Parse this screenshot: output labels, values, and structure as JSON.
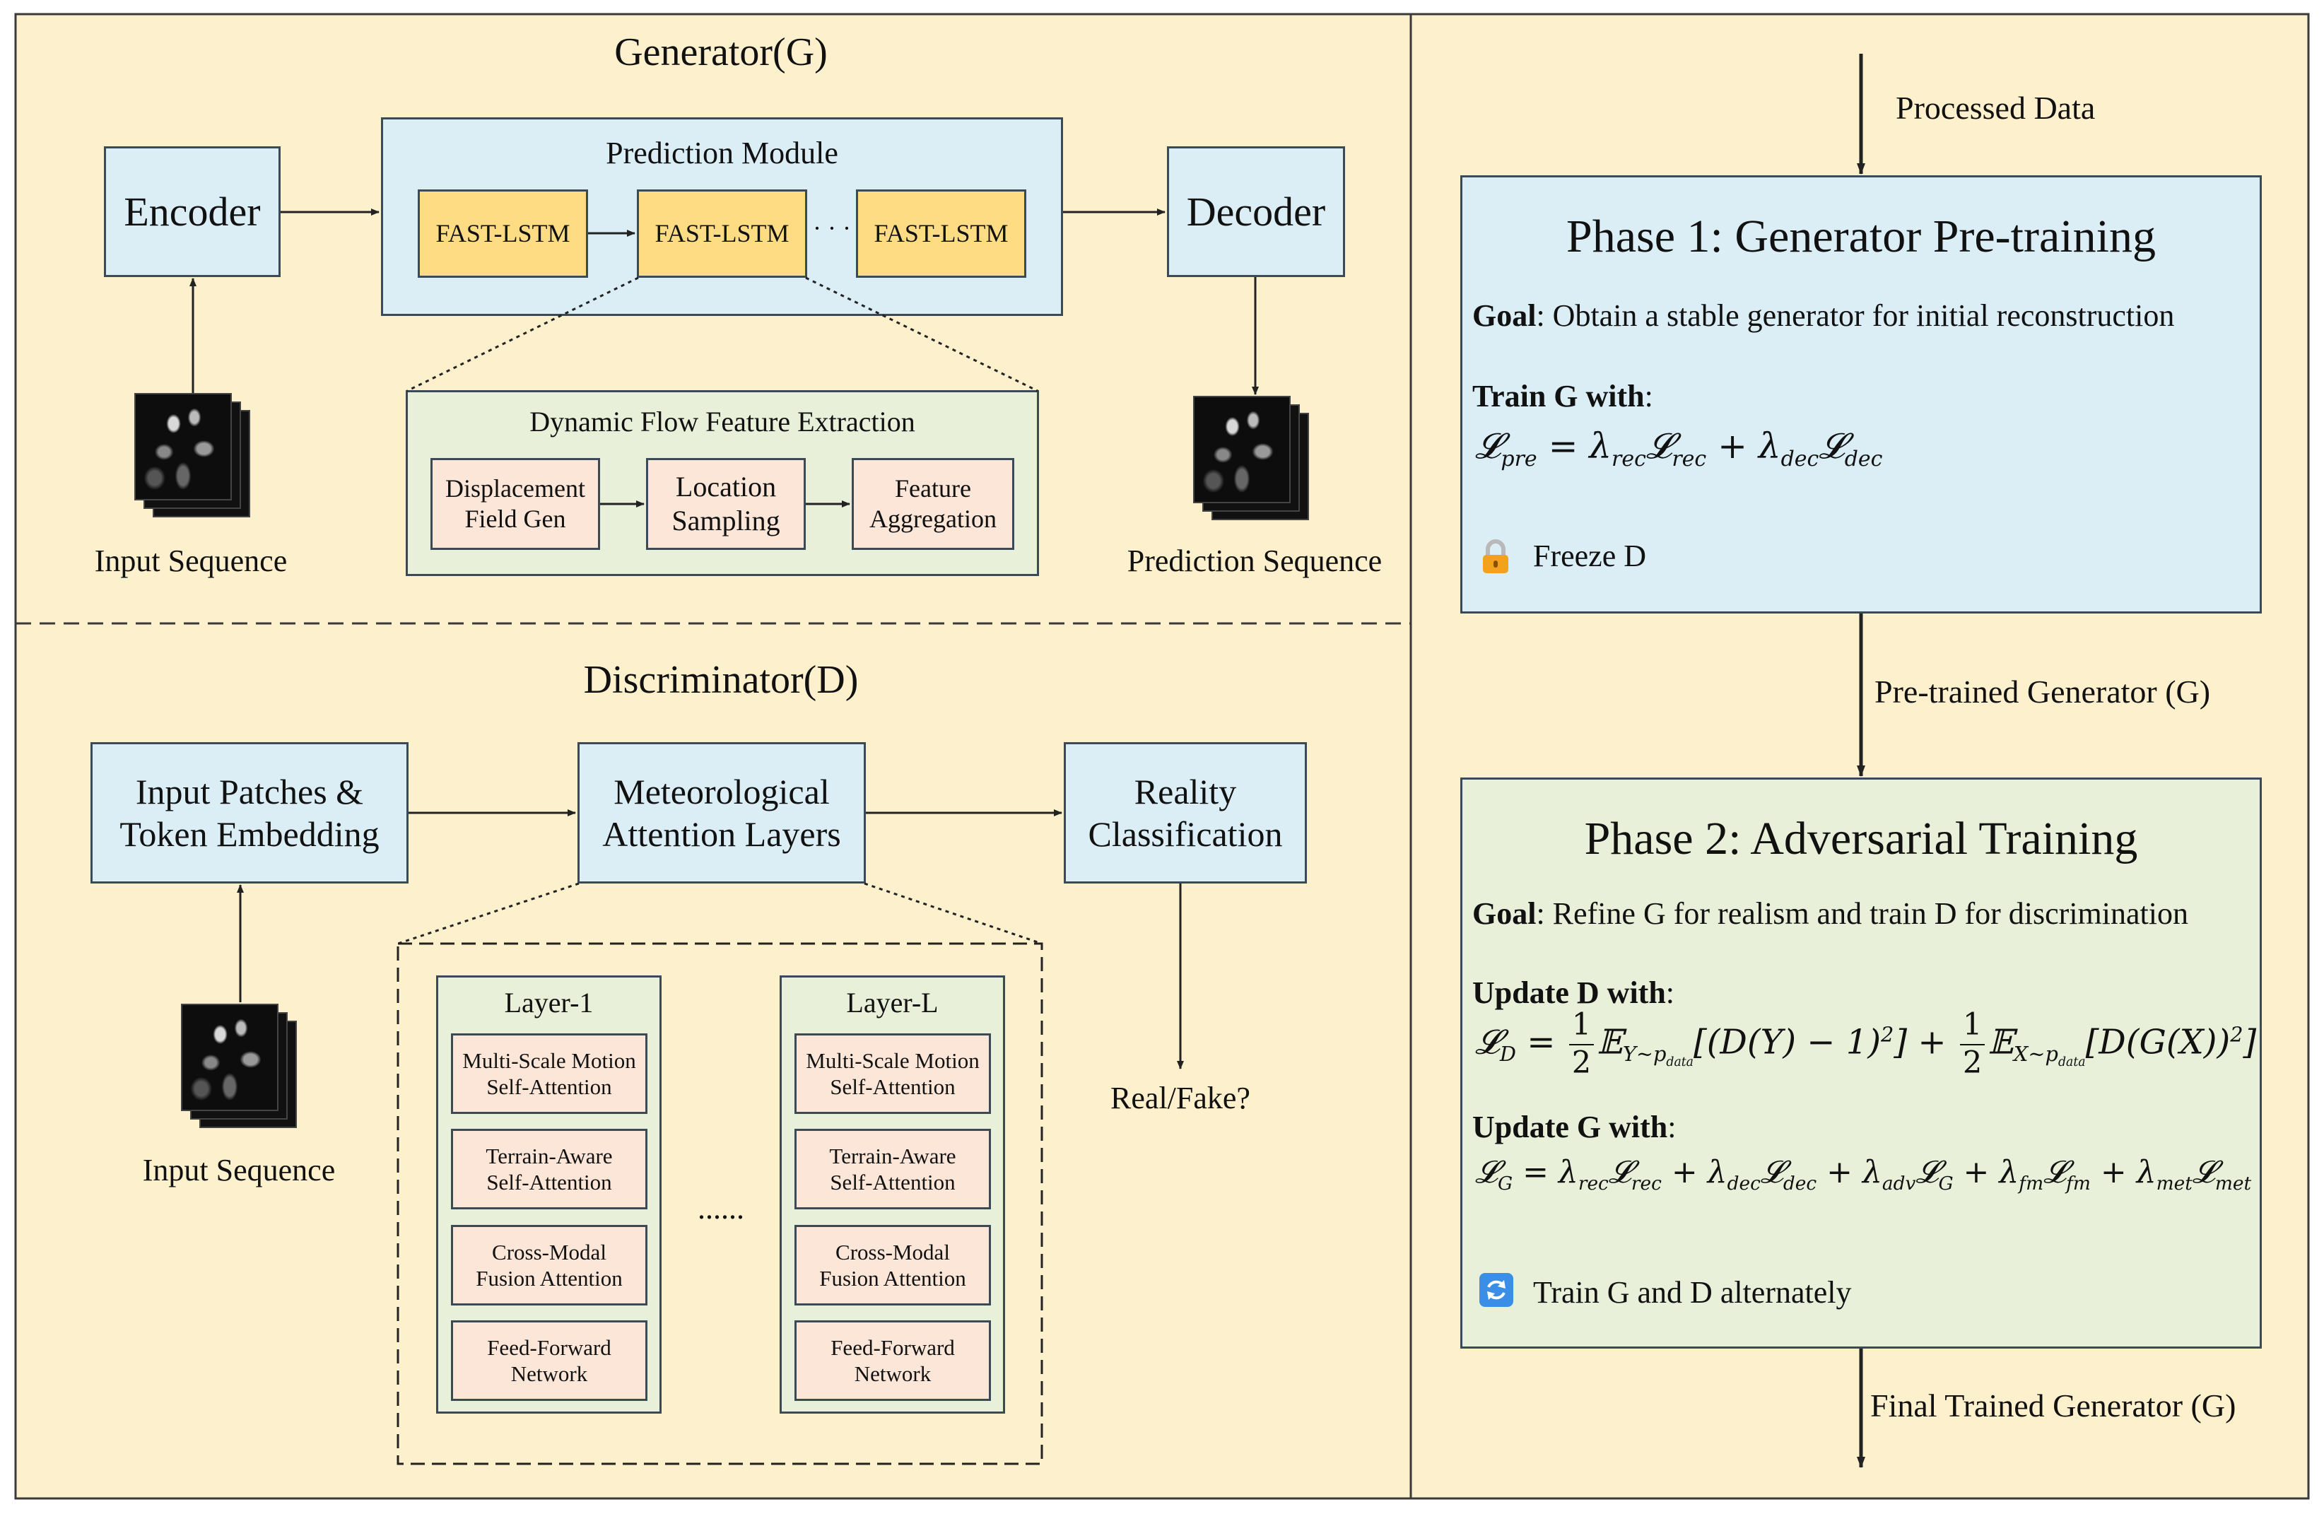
{
  "generator": {
    "title": "Generator(G)",
    "encoder": "Encoder",
    "decoder": "Decoder",
    "prediction_module": {
      "title": "Prediction Module",
      "cells": [
        "FAST-LSTM",
        "FAST-LSTM",
        "FAST-LSTM"
      ],
      "ellipsis": "· · ·"
    },
    "dffe": {
      "title": "Dynamic Flow Feature Extraction",
      "steps": [
        {
          "line1": "Displacement",
          "line2": "Field Gen"
        },
        {
          "line1": "Location",
          "line2": "Sampling"
        },
        {
          "line1": "Feature",
          "line2": "Aggregation"
        }
      ]
    },
    "input_label": "Input Sequence",
    "output_label": "Prediction Sequence"
  },
  "discriminator": {
    "title": "Discriminator(D)",
    "input_patches": {
      "line1": "Input Patches &",
      "line2": "Token Embedding"
    },
    "met_attention": {
      "line1": "Meteorological",
      "line2": "Attention Layers"
    },
    "reality": {
      "line1": "Reality",
      "line2": "Classification"
    },
    "input_label": "Input Sequence",
    "output_label": "Real/Fake?",
    "layers": [
      {
        "title": "Layer-1",
        "blocks": [
          {
            "line1": "Multi-Scale Motion",
            "line2": "Self-Attention"
          },
          {
            "line1": "Terrain-Aware",
            "line2": "Self-Attention"
          },
          {
            "line1": "Cross-Modal",
            "line2": "Fusion Attention"
          },
          {
            "line1": "Feed-Forward",
            "line2": "Network"
          }
        ]
      },
      {
        "title": "Layer-L",
        "blocks": [
          {
            "line1": "Multi-Scale Motion",
            "line2": "Self-Attention"
          },
          {
            "line1": "Terrain-Aware",
            "line2": "Self-Attention"
          },
          {
            "line1": "Cross-Modal",
            "line2": "Fusion Attention"
          },
          {
            "line1": "Feed-Forward",
            "line2": "Network"
          }
        ]
      }
    ],
    "layers_ellipsis": "......"
  },
  "training": {
    "processed_data": "Processed Data",
    "phase1": {
      "title": "Phase 1: Generator Pre-training",
      "goal_label": "Goal",
      "goal_text": ": Obtain a stable generator for initial reconstruction",
      "train_label": "Train G with",
      "colon": ":",
      "freeze_text": "Freeze D",
      "lock_icon": "lock-icon"
    },
    "pretrained_label": "Pre-trained Generator (G)",
    "phase2": {
      "title": "Phase 2: Adversarial Training",
      "goal_label": "Goal",
      "goal_text": ": Refine G for realism and train D for discrimination",
      "update_d_label": "Update D with",
      "update_g_label": "Update G with",
      "colon": ":",
      "alternate_text": "Train G and D alternately",
      "refresh_icon": "refresh-icon"
    },
    "final_label": "Final Trained Generator (G)"
  },
  "colors": {
    "panel": "#fdf0cd",
    "blue_box": "#dbeef6",
    "yellow_box": "#fedc84",
    "green_box": "#e8f0da",
    "pink_box": "#fce6d8",
    "lock_icon": "#f2a31b",
    "refresh_icon": "#3a8ee6"
  }
}
